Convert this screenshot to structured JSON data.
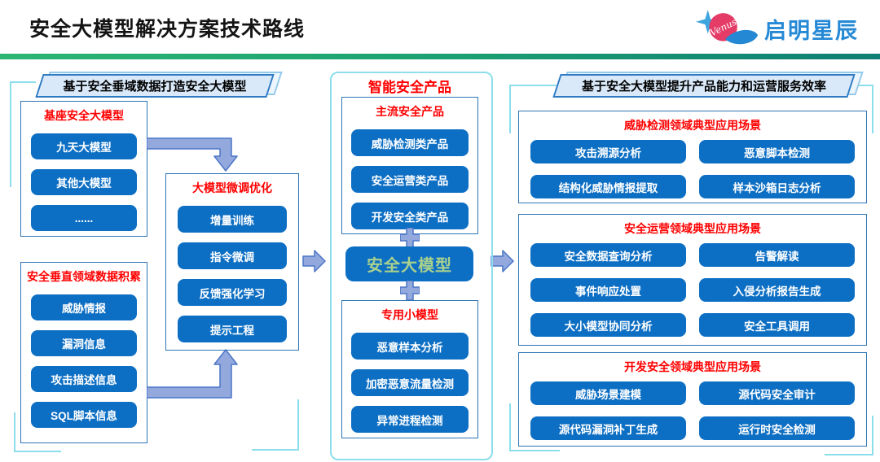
{
  "header": {
    "title": "安全大模型解决方案技术路线",
    "brand": "启明星辰",
    "brand_mark": "Venus"
  },
  "colors": {
    "button_blue": "#0d6fc4",
    "box_border_blue": "#2e75b6",
    "title_red": "#ff0000",
    "core_text_green": "#a9d18e",
    "brand_blue": "#2589d5",
    "frame_cyan": "#8ddeed",
    "arrow_periwinkle": "#93a9dd",
    "divider_green": "#2cb573",
    "divider_teal": "#0f7e74"
  },
  "left": {
    "badge": "基于安全垂域数据打造安全大模型",
    "base_box": {
      "title": "基座安全大模型",
      "items": [
        "九天大模型",
        "其他大模型",
        "......"
      ]
    },
    "tune_box": {
      "title": "大模型微调优化",
      "items": [
        "增量训练",
        "指令微调",
        "反馈强化学习",
        "提示工程"
      ]
    },
    "data_box": {
      "title": "安全垂直领域数据积累",
      "items": [
        "威胁情报",
        "漏洞信息",
        "攻击描述信息",
        "SQL脚本信息"
      ]
    }
  },
  "middle": {
    "title": "智能安全产品",
    "main_box": {
      "title": "主流安全产品",
      "items": [
        "威胁检测类产品",
        "安全运营类产品",
        "开发安全类产品"
      ]
    },
    "core_label": "安全大模型",
    "small_box": {
      "title": "专用小模型",
      "items": [
        "恶意样本分析",
        "加密恶意流量检测",
        "异常进程检测"
      ]
    }
  },
  "right": {
    "badge": "基于安全大模型提升产品能力和运营服务效率",
    "threat_box": {
      "title": "威胁检测领域典型应用场景",
      "items": [
        "攻击溯源分析",
        "恶意脚本检测",
        "结构化威胁情报提取",
        "样本沙箱日志分析"
      ]
    },
    "ops_box": {
      "title": "安全运营领域典型应用场景",
      "items": [
        "安全数据查询分析",
        "告警解读",
        "事件响应处置",
        "入侵分析报告生成",
        "大小模型协同分析",
        "安全工具调用"
      ]
    },
    "dev_box": {
      "title": "开发安全领域典型应用场景",
      "items": [
        "威胁场景建模",
        "源代码安全审计",
        "源代码漏洞补丁生成",
        "运行时安全检测"
      ]
    }
  }
}
